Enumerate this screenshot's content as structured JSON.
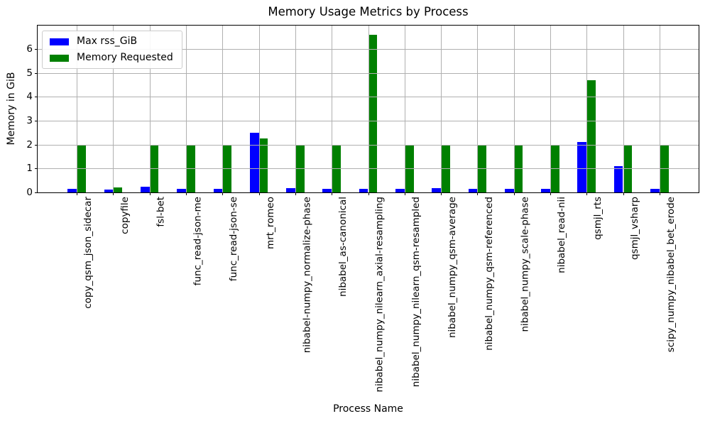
{
  "chart_data": {
    "type": "bar",
    "title": "Memory Usage Metrics by Process",
    "xlabel": "Process Name",
    "ylabel": "Memory in GiB",
    "ylim": [
      0,
      6.98
    ],
    "yticks": [
      0,
      1,
      2,
      3,
      4,
      5,
      6
    ],
    "grid": true,
    "legend_position": "upper left",
    "categories": [
      "copy_qsm_json_sidecar",
      "copyfile",
      "fsl-bet",
      "func_read-json-me",
      "func_read-json-se",
      "mrt_romeo",
      "nibabel-numpy_normalize-phase",
      "nibabel_as-canonical",
      "nibabel_numpy_nilearn_axial-resampling",
      "nibabel_numpy_nilearn_qsm-resampled",
      "nibabel_numpy_qsm-average",
      "nibabel_numpy_qsm-referenced",
      "nibabel_numpy_scale-phase",
      "nibabel_read-nii",
      "qsmjl_rts",
      "qsmjl_vsharp",
      "scipy_numpy_nibabel_bet_erode"
    ],
    "series": [
      {
        "name": "Max rss_GiB",
        "color": "#0000ff",
        "values": [
          0.14,
          0.13,
          0.25,
          0.14,
          0.14,
          2.5,
          0.17,
          0.14,
          0.15,
          0.14,
          0.17,
          0.14,
          0.14,
          0.14,
          2.1,
          1.1,
          0.14
        ]
      },
      {
        "name": "Memory Requested",
        "color": "#008000",
        "values": [
          2.0,
          0.2,
          2.0,
          2.0,
          2.0,
          2.25,
          2.0,
          2.0,
          6.6,
          2.0,
          2.0,
          2.0,
          2.0,
          2.0,
          4.7,
          2.0,
          2.0
        ]
      }
    ]
  }
}
